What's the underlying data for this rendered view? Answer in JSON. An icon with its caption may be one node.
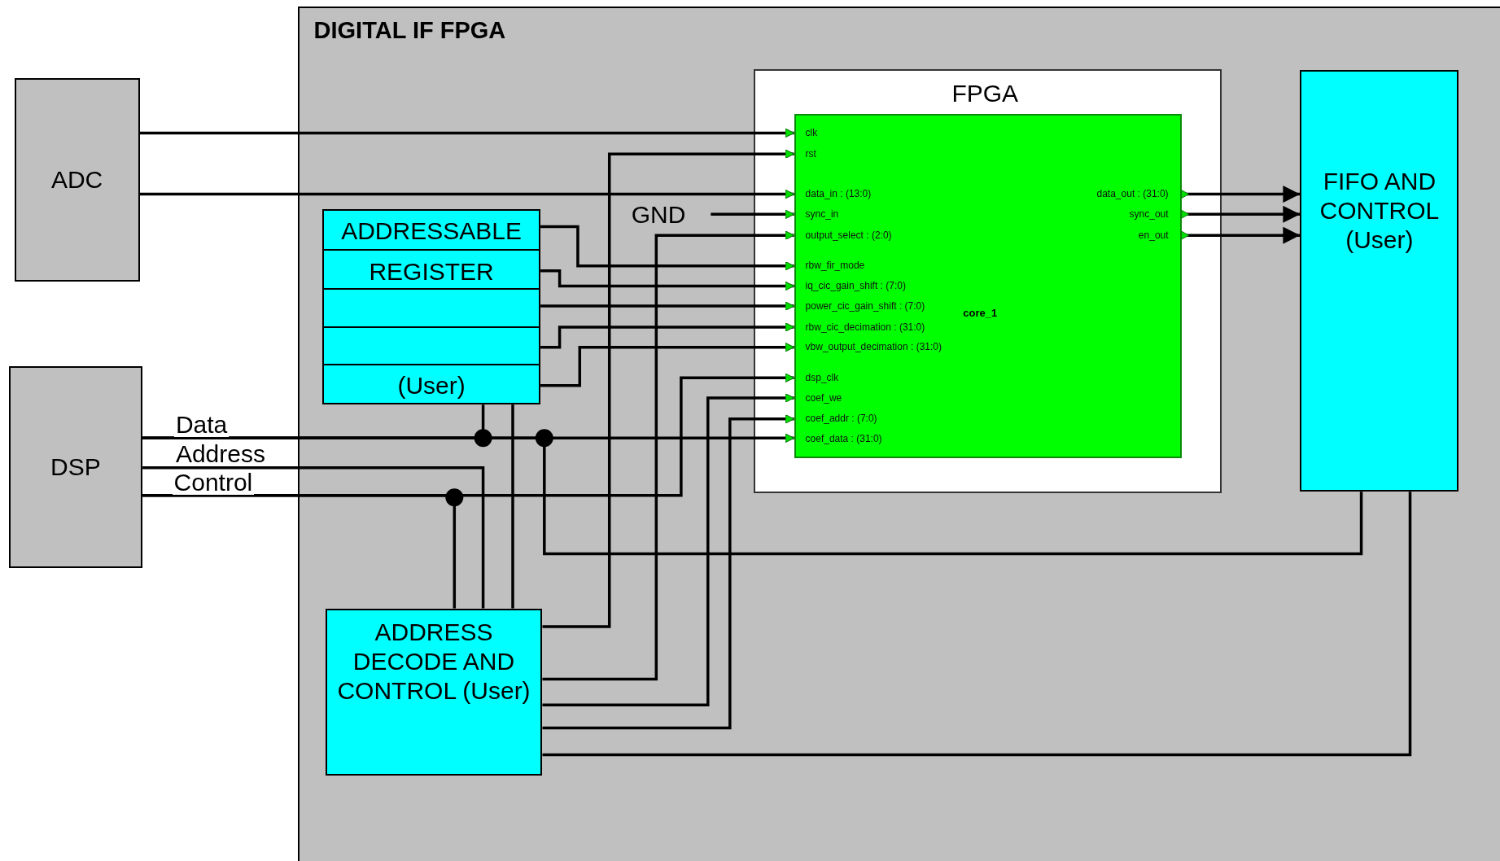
{
  "diagram": {
    "nodes": [
      {
        "text": [
          "DIGITAL IF FPGA"
        ]
      },
      {
        "text": [
          "ADC"
        ]
      },
      {
        "text": [
          "DSP"
        ]
      },
      {
        "text": [
          "FPGA"
        ],
        "in": 0
      },
      {
        "text": [
          "core_1"
        ],
        "in": 3
      },
      {
        "text": [
          "clk"
        ],
        "in": 4
      },
      {
        "text": [
          "rst"
        ],
        "in": 4
      },
      {
        "text": [
          "data_in : (13:0)"
        ],
        "in": 4
      },
      {
        "text": [
          "sync_in"
        ],
        "in": 4
      },
      {
        "text": [
          "output_select : (2:0)"
        ],
        "in": 4
      },
      {
        "text": [
          "rbw_fir_mode"
        ],
        "in": 4
      },
      {
        "text": [
          "iq_cic_gain_shift : (7:0)"
        ],
        "in": 4
      },
      {
        "text": [
          "power_cic_gain_shift : (7:0)"
        ],
        "in": 4
      },
      {
        "text": [
          "rbw_cic_decimation : (31:0)"
        ],
        "in": 4
      },
      {
        "text": [
          "vbw_output_decimation : (31:0)"
        ],
        "in": 4
      },
      {
        "text": [
          "dsp_clk"
        ],
        "in": 4
      },
      {
        "text": [
          "coef_we"
        ],
        "in": 4
      },
      {
        "text": [
          "coef_addr : (7:0)"
        ],
        "in": 4
      },
      {
        "text": [
          "coef_data : (31:0)"
        ],
        "in": 4
      },
      {
        "text": [
          "data_out : (31:0)"
        ],
        "in": 4
      },
      {
        "text": [
          "sync_out"
        ],
        "in": 4
      },
      {
        "text": [
          "en_out"
        ],
        "in": 4
      },
      {
        "text": [
          "ADDRESSABLE",
          "REGISTER",
          "(User)"
        ],
        "in": 0
      },
      {
        "text": [
          "GND"
        ],
        "in": 0
      },
      {
        "text": [
          "FIFO AND CONTROL (User)"
        ],
        "in": 0
      },
      {
        "text": [
          "ADDRESS DECODE AND CONTROL (User)"
        ],
        "in": 0
      }
    ],
    "edges": [
      {
        "from": 1,
        "to": 5,
        "arrow": "to"
      },
      {
        "from": 1,
        "to": 7,
        "arrow": "to"
      },
      {
        "from": 23,
        "to": 8,
        "arrow": "to"
      },
      {
        "from": 22,
        "to": 10,
        "arrow": "to"
      },
      {
        "from": 22,
        "to": 11,
        "arrow": "to"
      },
      {
        "from": 22,
        "to": 12,
        "arrow": "to"
      },
      {
        "from": 22,
        "to": 13,
        "arrow": "to"
      },
      {
        "from": 22,
        "to": 14,
        "arrow": "to"
      },
      {
        "from": 25,
        "to": 6,
        "arrow": "to"
      },
      {
        "from": 25,
        "to": 9,
        "arrow": "to"
      },
      {
        "from": 25,
        "to": 16,
        "arrow": "to"
      },
      {
        "from": 25,
        "to": 17,
        "arrow": "to"
      },
      {
        "from": 25,
        "to": 24,
        "arrow": "none"
      },
      {
        "from": 2,
        "to": 18,
        "arrow": "to",
        "label": "Data"
      },
      {
        "from": 2,
        "to": 22,
        "arrow": "none"
      },
      {
        "from": 2,
        "to": 24,
        "arrow": "none"
      },
      {
        "from": 2,
        "to": 25,
        "arrow": "none",
        "label": "Address"
      },
      {
        "from": 2,
        "to": 15,
        "arrow": "to",
        "label": "Control"
      },
      {
        "from": 2,
        "to": 25,
        "arrow": "none"
      },
      {
        "from": 22,
        "to": 25,
        "arrow": "none"
      },
      {
        "from": 19,
        "to": 24,
        "arrow": "to"
      },
      {
        "from": 20,
        "to": 24,
        "arrow": "to"
      },
      {
        "from": 21,
        "to": 24,
        "arrow": "to"
      }
    ]
  }
}
